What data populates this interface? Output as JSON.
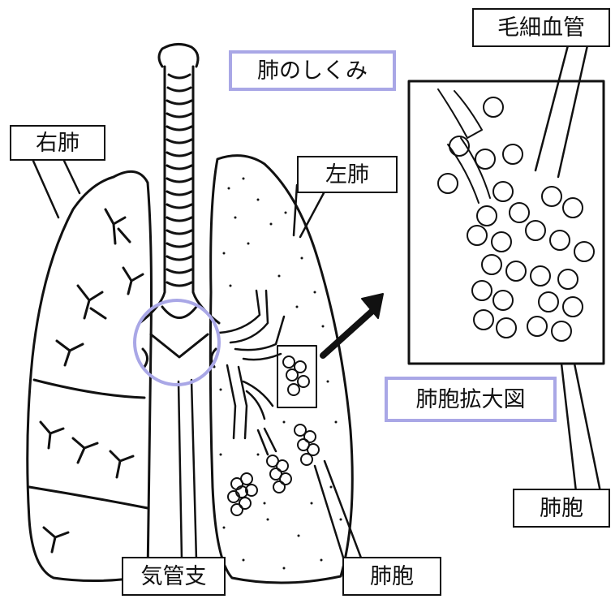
{
  "title": "肺のしくみ",
  "labels": {
    "right_lung": "右肺",
    "left_lung": "左肺",
    "capillary": "毛細血管",
    "enlarged_view": "肺胞拡大図",
    "alveolus_inset": "肺胞",
    "alveolus_lung": "肺胞",
    "bronchus": "気管支"
  },
  "colors": {
    "ink": "#111111",
    "highlight": "#a9a7e6"
  }
}
